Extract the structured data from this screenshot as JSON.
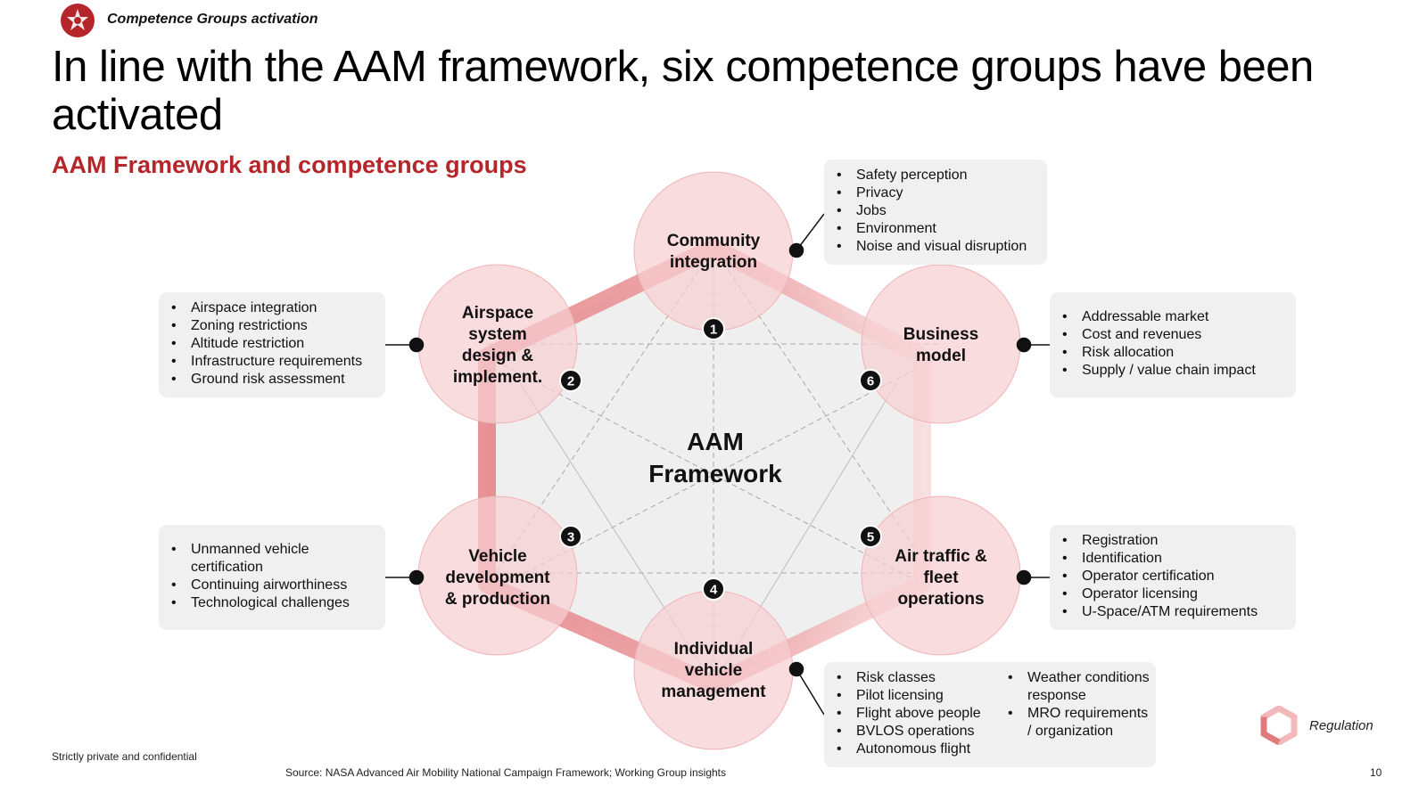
{
  "header": {
    "section_label": "Competence Groups activation",
    "title": "In line with the AAM framework, six competence groups have been activated",
    "subtitle": "AAM Framework and competence groups"
  },
  "center": {
    "line1": "AAM",
    "line2": "Framework"
  },
  "groups": [
    {
      "number": "1",
      "lines": [
        "Community",
        "integration"
      ],
      "bullets": [
        "Safety perception",
        "Privacy",
        "Jobs",
        "Environment",
        "Noise and visual disruption"
      ]
    },
    {
      "number": "2",
      "lines": [
        "Airspace",
        "system",
        "design &",
        "implement."
      ],
      "bullets": [
        "Airspace integration",
        "Zoning restrictions",
        "Altitude restriction",
        "Infrastructure requirements",
        "Ground risk assessment"
      ]
    },
    {
      "number": "3",
      "lines": [
        "Vehicle",
        "development",
        "& production"
      ],
      "bullets": [
        "Unmanned vehicle certification",
        "Continuing airworthiness",
        "Technological challenges"
      ]
    },
    {
      "number": "4",
      "lines": [
        "Individual",
        "vehicle",
        "management"
      ],
      "bullets_col1": [
        "Risk classes",
        "Pilot licensing",
        "Flight above people",
        "BVLOS operations",
        "Autonomous flight"
      ],
      "bullets_col2": [
        "Weather conditions response",
        "MRO requirements / organization"
      ]
    },
    {
      "number": "5",
      "lines": [
        "Air traffic &",
        "fleet",
        "operations"
      ],
      "bullets": [
        "Registration",
        "Identification",
        "Operator certification",
        "Operator licensing",
        "U-Space/ATM requirements"
      ]
    },
    {
      "number": "6",
      "lines": [
        "Business",
        "model"
      ],
      "bullets": [
        "Addressable market",
        "Cost and revenues",
        "Risk allocation",
        "Supply / value chain impact"
      ]
    }
  ],
  "footer": {
    "confidential": "Strictly private and confidential",
    "source": "Source: NASA Advanced Air Mobility National Campaign Framework; Working Group insights",
    "page_number": "10",
    "regulation_label": "Regulation"
  },
  "colors": {
    "brand_red": "#b5262b",
    "circle_fill": "#f6cfd1",
    "hex_band": "#e5878b",
    "box_fill": "#f0f0f0"
  }
}
